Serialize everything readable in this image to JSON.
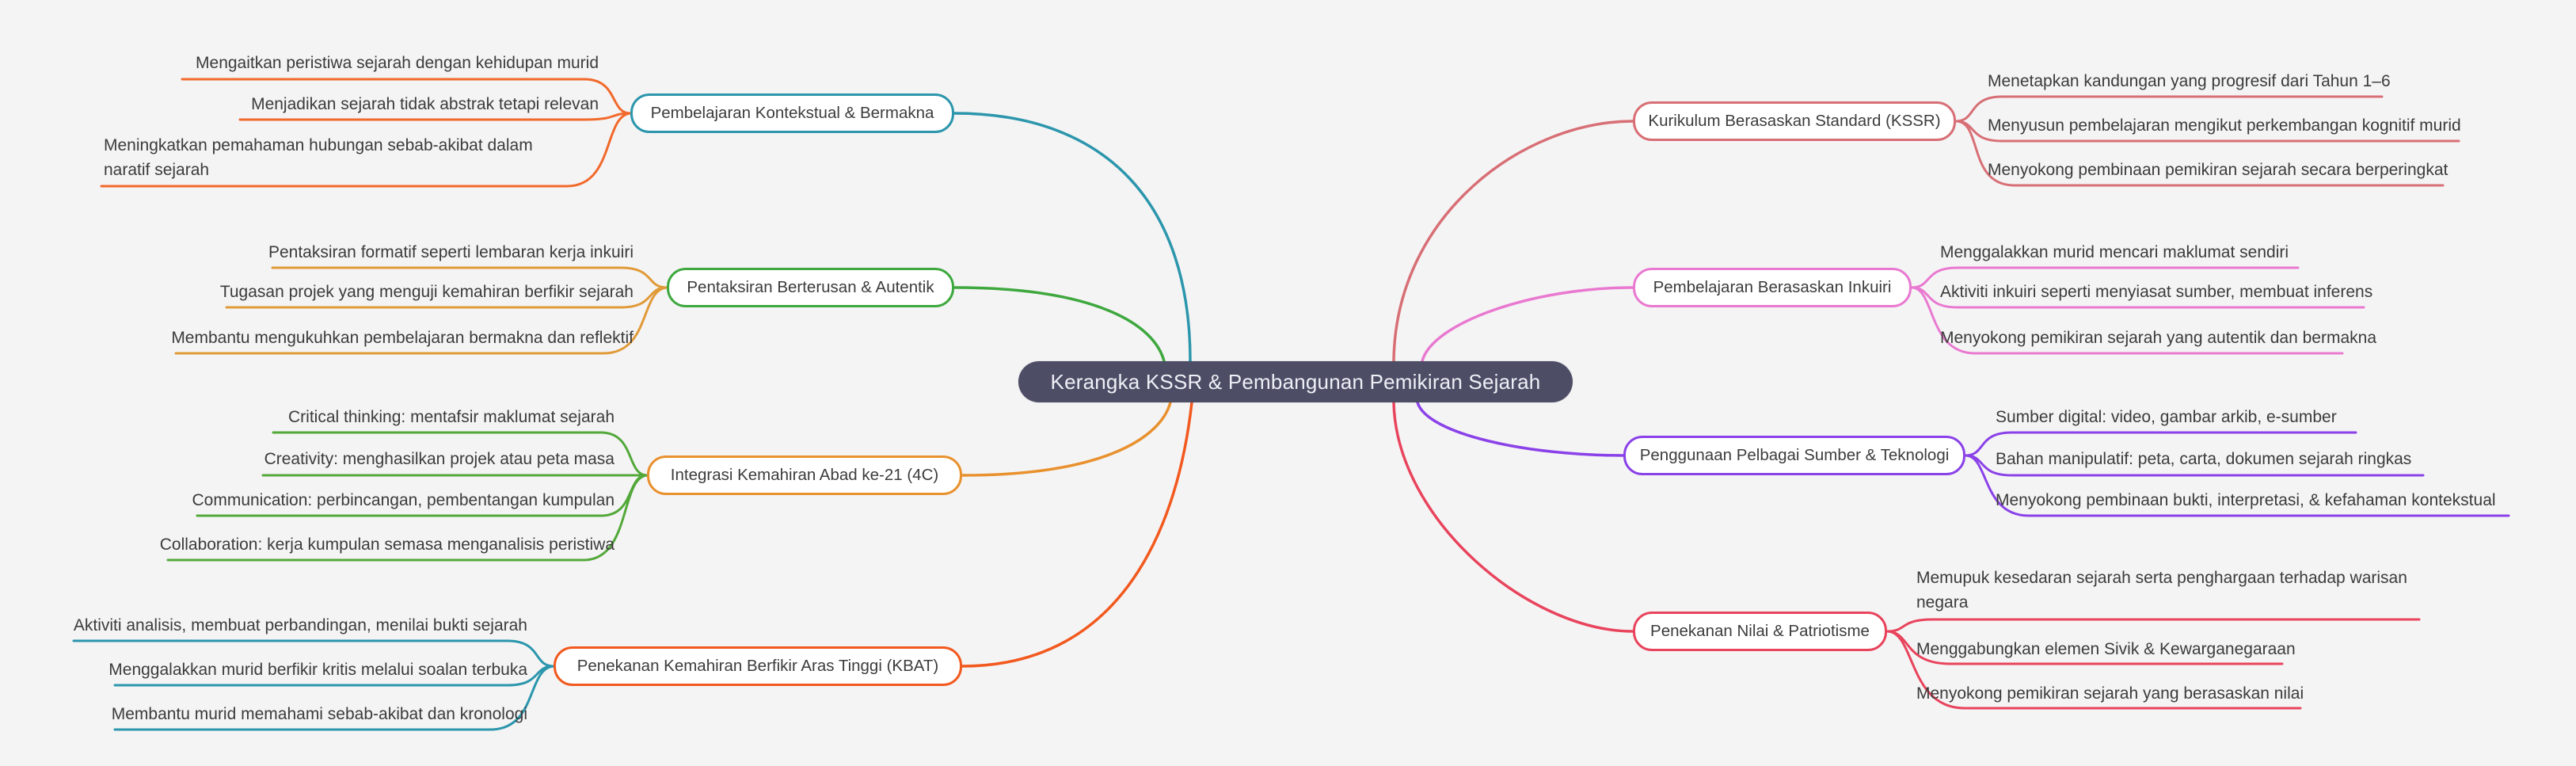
{
  "root": {
    "label": "Kerangka KSSR & Pembangunan Pemikiran Sejarah"
  },
  "canvas": {
    "background_color": "#f5f4f5",
    "root_bg_color": "#4d4d66",
    "root_text_color": "#eef0f6",
    "label_text_color": "#3c3c3c"
  },
  "branches": [
    {
      "label": "Pembelajaran Kontekstual & Bermakna",
      "side": "left",
      "border_color": "#2b96ac",
      "children_link_color": "#f1692b",
      "children": [
        {
          "text": "Mengaitkan peristiwa sejarah dengan kehidupan murid"
        },
        {
          "text": "Menjadikan sejarah tidak abstrak tetapi relevan"
        },
        {
          "text": "Meningkatkan pemahaman hubungan sebab-akibat dalam naratif sejarah"
        }
      ]
    },
    {
      "label": "Pentaksiran Berterusan & Autentik",
      "side": "left",
      "border_color": "#3ea83e",
      "children_link_color": "#e09a38",
      "children": [
        {
          "text": "Pentaksiran formatif seperti lembaran kerja inkuiri"
        },
        {
          "text": "Tugasan projek yang menguji kemahiran berfikir sejarah"
        },
        {
          "text": "Membantu mengukuhkan pembelajaran bermakna dan reflektif"
        }
      ]
    },
    {
      "label": "Integrasi Kemahiran Abad ke-21 (4C)",
      "side": "left",
      "border_color": "#e8912e",
      "children_link_color": "#53a83a",
      "children": [
        {
          "text": "Critical thinking: mentafsir maklumat sejarah"
        },
        {
          "text": "Creativity: menghasilkan projek atau peta masa"
        },
        {
          "text": "Communication: perbincangan, pembentangan kumpulan"
        },
        {
          "text": "Collaboration: kerja kumpulan semasa menganalisis peristiwa"
        }
      ]
    },
    {
      "label": "Penekanan Kemahiran Berfikir Aras Tinggi (KBAT)",
      "side": "left",
      "border_color": "#f2591e",
      "children_link_color": "#2b96ac",
      "children": [
        {
          "text": "Aktiviti analisis, membuat perbandingan, menilai bukti sejarah"
        },
        {
          "text": "Menggalakkan murid berfikir kritis melalui soalan terbuka"
        },
        {
          "text": "Membantu murid memahami sebab-akibat dan kronologi"
        }
      ]
    },
    {
      "label": "Kurikulum Berasaskan Standard (KSSR)",
      "side": "right",
      "border_color": "#d76f75",
      "children_link_color": "#d76f75",
      "children": [
        {
          "text": "Menetapkan kandungan yang progresif dari Tahun 1–6"
        },
        {
          "text": "Menyusun pembelajaran mengikut perkembangan kognitif murid"
        },
        {
          "text": "Menyokong pembinaan pemikiran sejarah secara berperingkat"
        }
      ]
    },
    {
      "label": "Pembelajaran Berasaskan Inkuiri",
      "side": "right",
      "border_color": "#e979d0",
      "children_link_color": "#e979d0",
      "children": [
        {
          "text": "Menggalakkan murid mencari maklumat sendiri"
        },
        {
          "text": "Aktiviti inkuiri seperti menyiasat sumber, membuat inferens"
        },
        {
          "text": "Menyokong pemikiran sejarah yang autentik dan bermakna"
        }
      ]
    },
    {
      "label": "Penggunaan Pelbagai Sumber & Teknologi",
      "side": "right",
      "border_color": "#8a42e8",
      "children_link_color": "#8a42e8",
      "children": [
        {
          "text": "Sumber digital: video, gambar arkib, e-sumber"
        },
        {
          "text": "Bahan manipulatif: peta, carta, dokumen sejarah ringkas"
        },
        {
          "text": "Menyokong pembinaan bukti, interpretasi, & kefahaman kontekstual"
        }
      ]
    },
    {
      "label": "Penekanan Nilai & Patriotisme",
      "side": "right",
      "border_color": "#e8445c",
      "children_link_color": "#e8445c",
      "children": [
        {
          "text": "Memupuk kesedaran sejarah serta penghargaan terhadap warisan negara"
        },
        {
          "text": "Menggabungkan elemen Sivik & Kewarganegaraan"
        },
        {
          "text": "Menyokong pemikiran sejarah yang berasaskan nilai"
        }
      ]
    }
  ]
}
